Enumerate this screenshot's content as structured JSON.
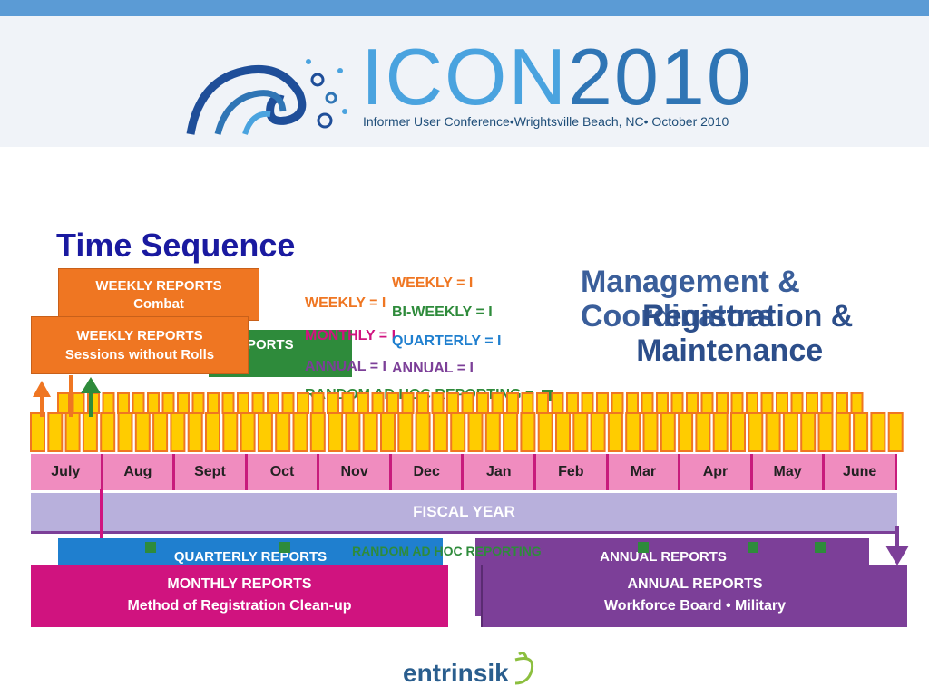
{
  "banner": {
    "title_prefix": "ICON",
    "title_year": "2010",
    "subtitle": "Informer User Conference•Wrightsville Beach, NC• October 2010"
  },
  "page_title": "Time Sequence",
  "boxes": {
    "weekly_combat": {
      "title": "WEEKLY REPORTS",
      "subtitle": "Combat"
    },
    "weekly_sessions": {
      "title": "WEEKLY REPORTS",
      "subtitle": "Sessions without Rolls"
    },
    "green_partial": "PORTS",
    "quarterly": "QUARTERLY REPORTS",
    "random_adhoc_bottom": "RANDOM AD HOC REPORTING",
    "annual_back": "ANNUAL REPORTS",
    "monthly": {
      "title": "MONTHLY REPORTS",
      "subtitle": "Method of Registration Clean-up"
    },
    "annual_front": {
      "title": "ANNUAL REPORTS",
      "subtitle": "Workforce Board • Military"
    }
  },
  "legend_left": {
    "weekly": "WEEKLY = I",
    "monthly": "MONTHLY = I",
    "annual": "ANNUAL = I",
    "random": "RANDOM AD HOC REPORTING = "
  },
  "legend_right": {
    "weekly": "WEEKLY = I",
    "biweekly": "BI-WEEKLY = I",
    "quarterly": "QUARTERLY = I",
    "annual": "ANNUAL = I"
  },
  "headings": {
    "management": [
      "Management &",
      "Coordinators"
    ],
    "registration": [
      "Registration &",
      "Maintenance"
    ]
  },
  "months": [
    "July",
    "Aug",
    "Sept",
    "Oct",
    "Nov",
    "Dec",
    "Jan",
    "Feb",
    "Mar",
    "Apr",
    "May",
    "June"
  ],
  "fiscal_year": "FISCAL   YEAR",
  "brand": "entrinsik",
  "colors": {
    "weekly": "#ef7622",
    "biweekly": "#ef7622",
    "monthly": "#d0137f",
    "quarterly": "#1f7fcf",
    "annual": "#7c3f98",
    "random": "#2e8b3b",
    "timeline_yellow": "#ffcc00"
  }
}
